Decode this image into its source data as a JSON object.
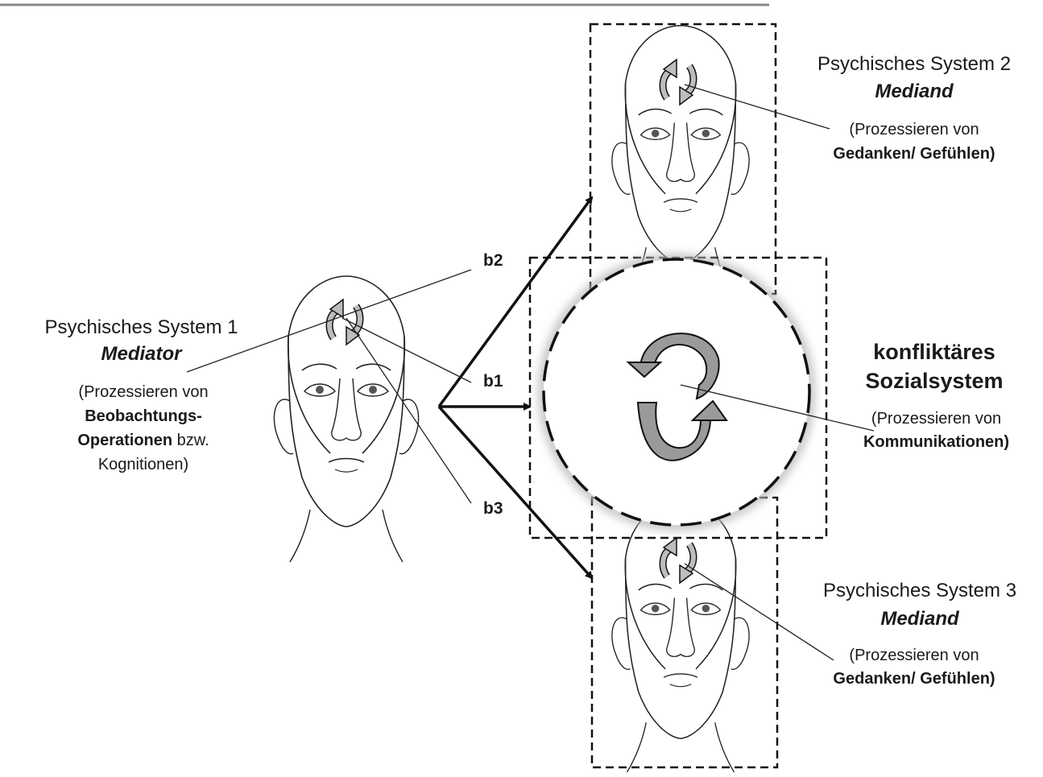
{
  "systems": {
    "s1": {
      "title": "Psychisches System 1",
      "role": "Mediator",
      "desc_open": "(Prozessieren von",
      "desc_bold_1": "Beobachtungs-",
      "desc_bold_2": "Operationen",
      "desc_mid": " bzw.",
      "desc_close": "Kognitionen)"
    },
    "s2": {
      "title": "Psychisches System 2",
      "role": "Mediand",
      "desc_open": "(Prozessieren von",
      "desc_bold": "Gedanken/ Gefühlen)"
    },
    "s3": {
      "title": "Psychisches System 3",
      "role": "Mediand",
      "desc_open": "(Prozessieren von",
      "desc_bold": "Gedanken/ Gefühlen)"
    },
    "social": {
      "title_1": "konfliktäres",
      "title_2": "Sozialsystem",
      "desc_open": "(Prozessieren von",
      "desc_bold": "Kommunikationen)"
    }
  },
  "arrows": {
    "b1": "b1",
    "b2": "b2",
    "b3": "b3"
  },
  "colors": {
    "line": "#111111",
    "cycle_fill": "#9a9a9a",
    "head_stroke": "#222222"
  }
}
